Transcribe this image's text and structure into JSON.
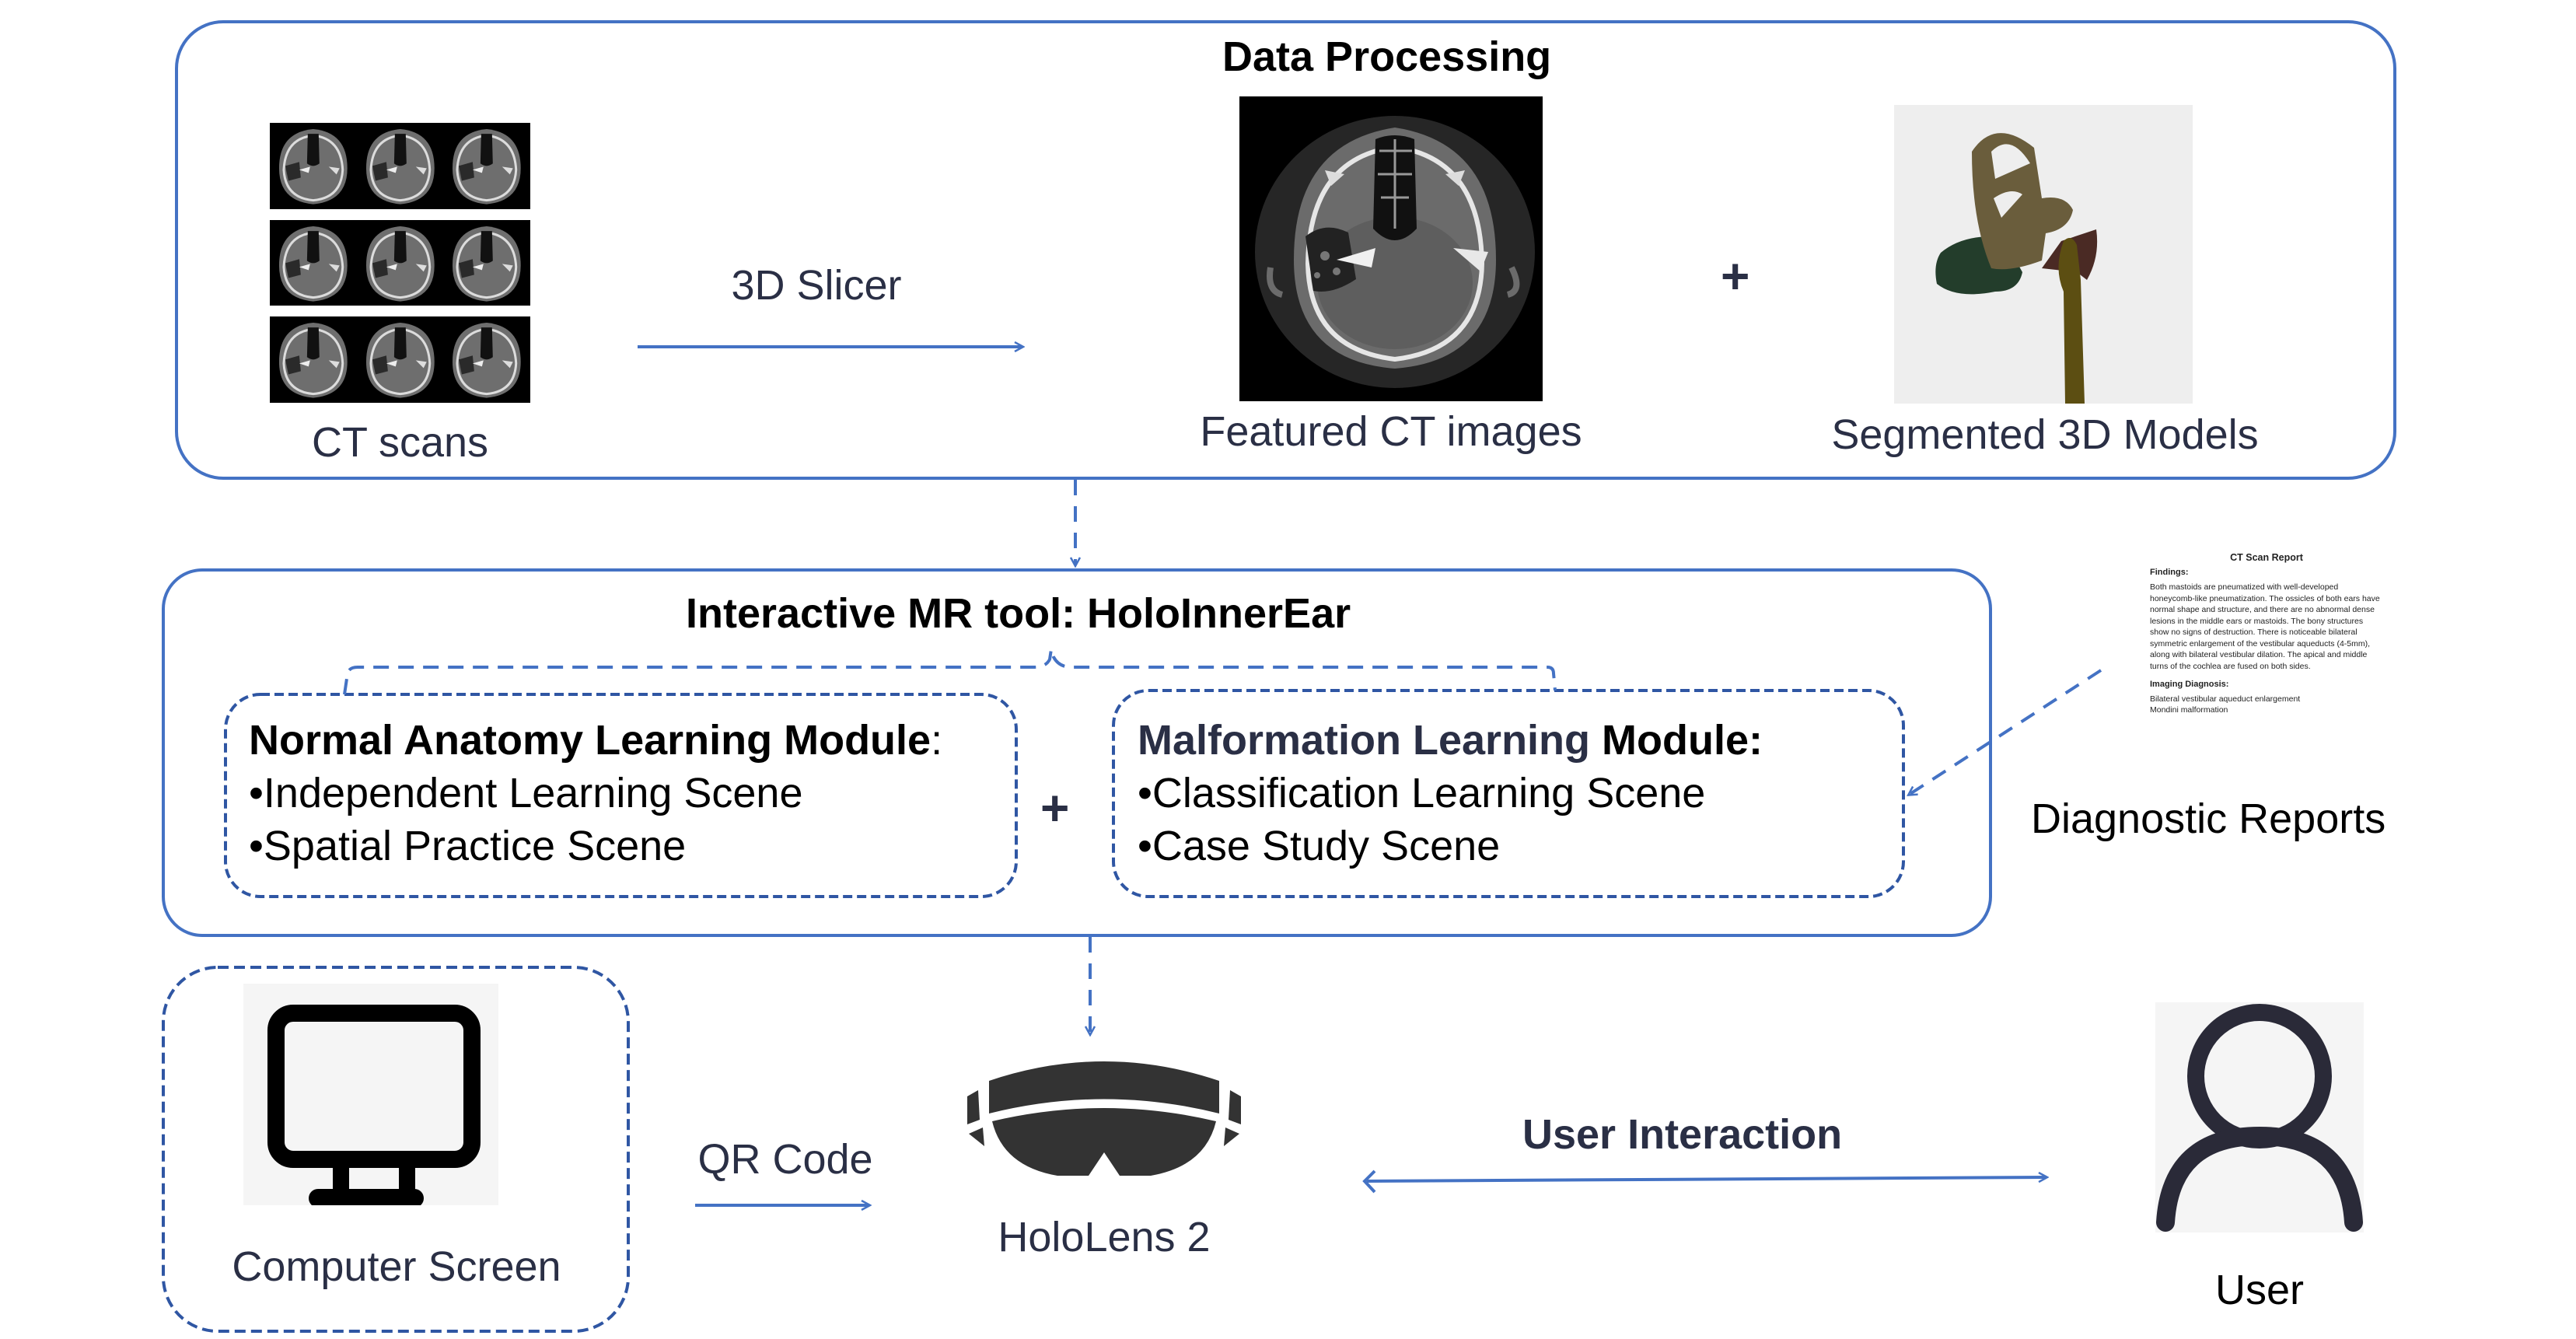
{
  "colors": {
    "accent_blue": "#4472c4",
    "dashed_navy": "#2f56a3",
    "caption_navy": "#2a2f45",
    "icon_dark": "#2a2a38"
  },
  "data_processing": {
    "title": "Data Processing",
    "ct_scans_label": "CT scans",
    "slicer_label": "3D Slicer",
    "featured_label": "Featured CT images",
    "plus": "+",
    "segmented_label": "Segmented 3D Models"
  },
  "mr_tool": {
    "title": "Interactive MR tool: HoloInnerEar",
    "plus": "+",
    "normal_module": {
      "title": "Normal Anatomy Learning Module",
      "title_suffix": ":",
      "items": [
        "•Independent Learning Scene",
        "•Spatial Practice Scene"
      ]
    },
    "malformation_module": {
      "title_colored": "Malformation Learning",
      "title_suffix": " Module:",
      "items": [
        "•Classification Learning Scene",
        "•Case Study Scene"
      ]
    }
  },
  "report": {
    "heading": "CT Scan Report",
    "findings_label": "Findings:",
    "findings_text": "Both mastoids are pneumatized with well-developed honeycomb-like pneumatization. The ossicles of both ears have normal shape and structure, and there are no abnormal dense lesions in the middle ears or mastoids. The bony structures show no signs of destruction. There is noticeable bilateral symmetric enlargement of the vestibular aqueducts (4-5mm), along with bilateral vestibular dilation. The apical and middle turns of the cochlea are fused on both sides.",
    "diagnosis_label": "Imaging Diagnosis:",
    "diagnosis_lines": [
      "Bilateral vestibular aqueduct enlargement",
      "Mondini malformation"
    ],
    "caption": "Diagnostic Reports"
  },
  "bottom": {
    "computer_label": "Computer Screen",
    "qr_label": "QR Code",
    "hololens_label": "HoloLens 2",
    "interaction_label": "User Interaction",
    "user_label": "User"
  },
  "icons": {
    "monitor": "monitor-icon",
    "headset": "hololens-headset-icon",
    "user": "user-icon"
  }
}
